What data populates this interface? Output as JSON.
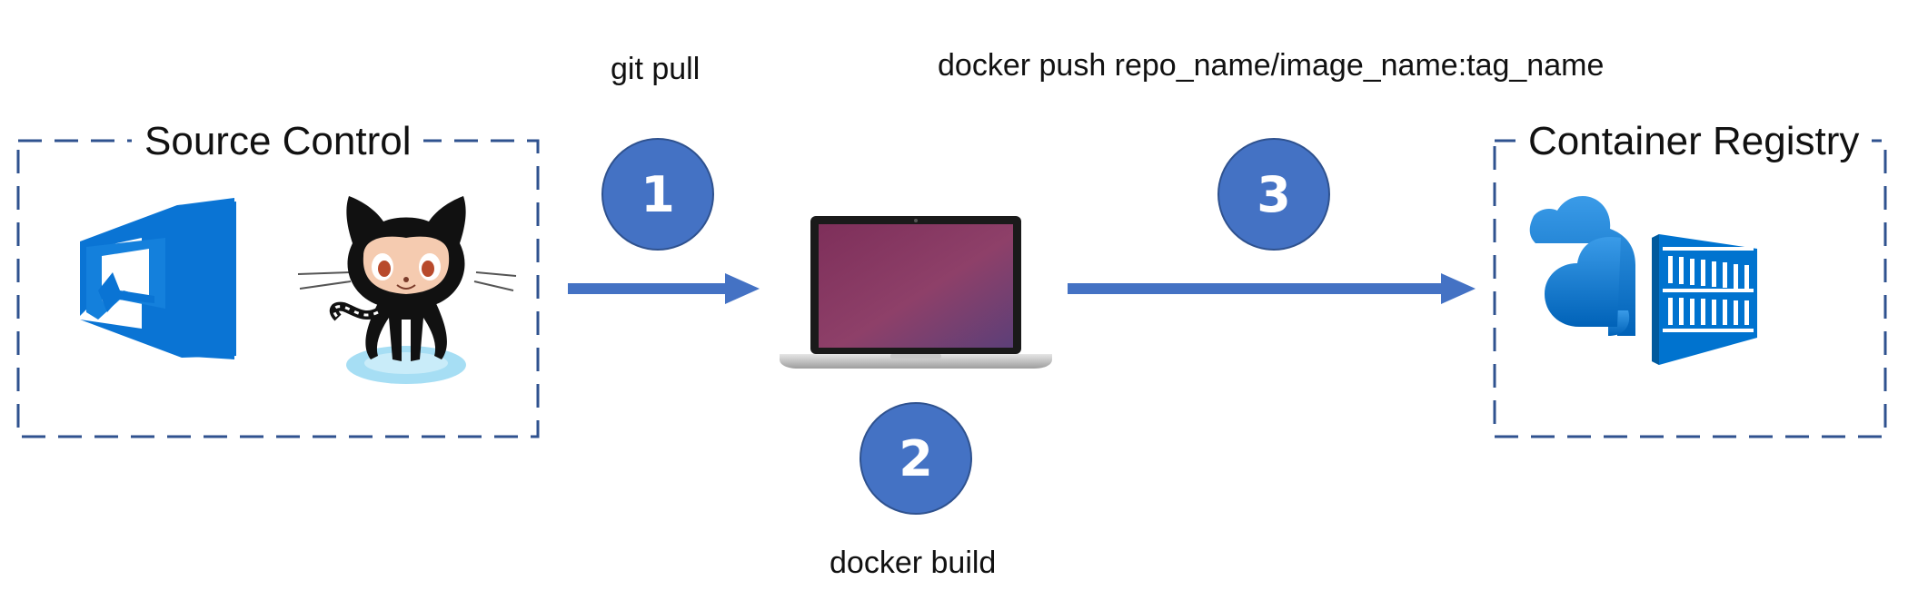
{
  "diagram": {
    "source_control": {
      "title": "Source Control",
      "icons": [
        "azure-devops-icon",
        "github-octocat-icon"
      ]
    },
    "container_registry": {
      "title": "Container Registry",
      "icons": [
        "container-registry-icon"
      ]
    },
    "build_machine": {
      "icon": "laptop-icon"
    },
    "steps": [
      {
        "number": "1",
        "label": "git pull"
      },
      {
        "number": "2",
        "label": "docker build"
      },
      {
        "number": "3",
        "label": "docker push repo_name/image_name:tag_name"
      }
    ],
    "colors": {
      "accent": "#4472c4",
      "group_border": "#2f528f",
      "azure_blue": "#0078d4"
    }
  }
}
